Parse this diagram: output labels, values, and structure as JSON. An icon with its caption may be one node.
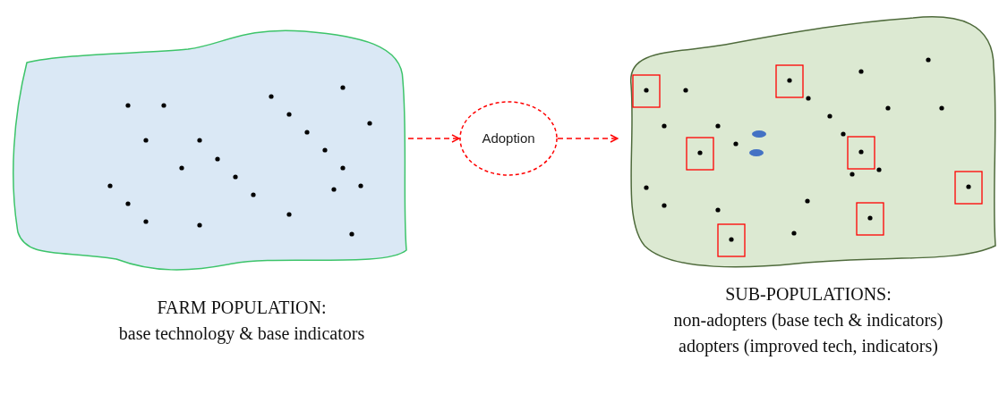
{
  "diagram": {
    "nodes": [
      {
        "text": [
          "FARM POPULATION:",
          "base technology & base indicators"
        ]
      },
      {
        "text": [
          "Adoption"
        ]
      },
      {
        "text": [
          "SUB-POPULATIONS:",
          "non-adopters (base tech & indicators)",
          "adopters (improved tech, indicators)"
        ]
      }
    ],
    "edges": [
      {
        "from": 0,
        "to": 1,
        "arrow": "to",
        "style": "dashed",
        "color": "#ff0000"
      },
      {
        "from": 1,
        "to": 2,
        "arrow": "to",
        "style": "dashed",
        "color": "#ff0000"
      }
    ]
  }
}
